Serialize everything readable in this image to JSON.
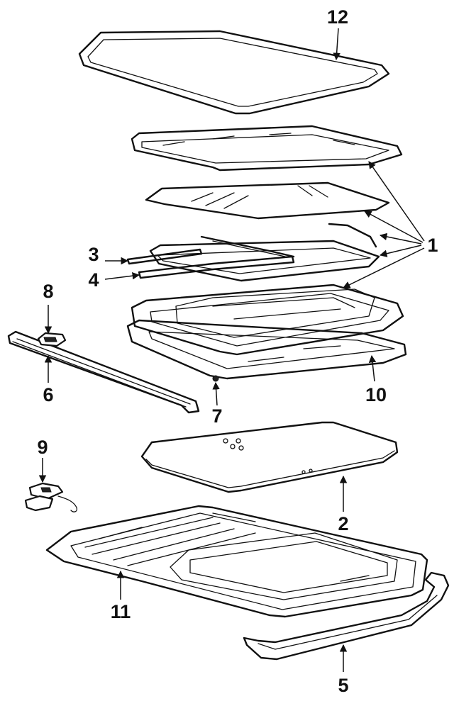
{
  "callouts": {
    "c1": "1",
    "c2": "2",
    "c3": "3",
    "c4": "4",
    "c5": "5",
    "c6": "6",
    "c7": "7",
    "c8": "8",
    "c9": "9",
    "c10": "10",
    "c11": "11",
    "c12": "12"
  },
  "colors": {
    "ink": "#111111",
    "paper": "#ffffff"
  }
}
